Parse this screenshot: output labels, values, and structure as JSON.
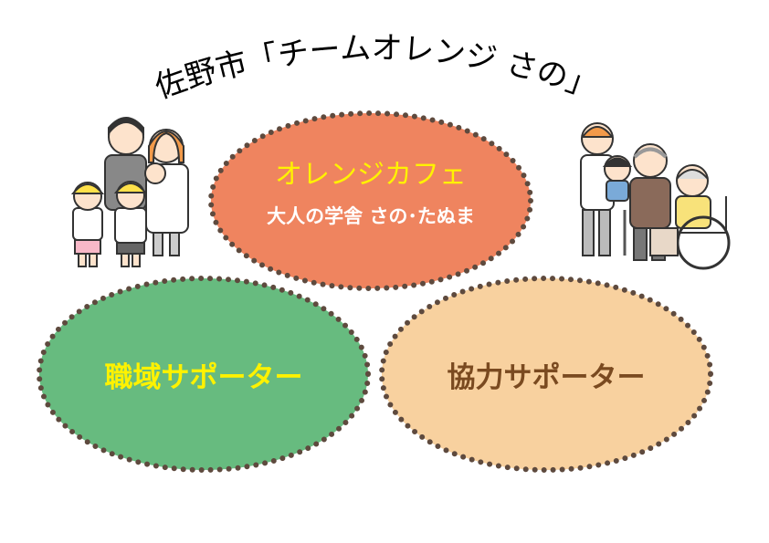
{
  "title": "佐野市「チームオレンジ さの」",
  "circles": [
    {
      "id": "orange-cafe",
      "title": "オレンジカフェ",
      "subtitle": "大人の学舎 さの･たぬま",
      "fill": "#ef845f",
      "text_color": "#fff200",
      "subtitle_color": "#ffffff"
    },
    {
      "id": "workplace-supporter",
      "title": "職域サポーター",
      "fill": "#67bb7f",
      "text_color": "#fff200"
    },
    {
      "id": "cooperation-supporter",
      "title": "協力サポーター",
      "fill": "#f8d19f",
      "text_color": "#7a4a20"
    }
  ],
  "border_color": "#5e4a3e",
  "illustrations": [
    "family-illustration",
    "elderly-care-illustration"
  ]
}
